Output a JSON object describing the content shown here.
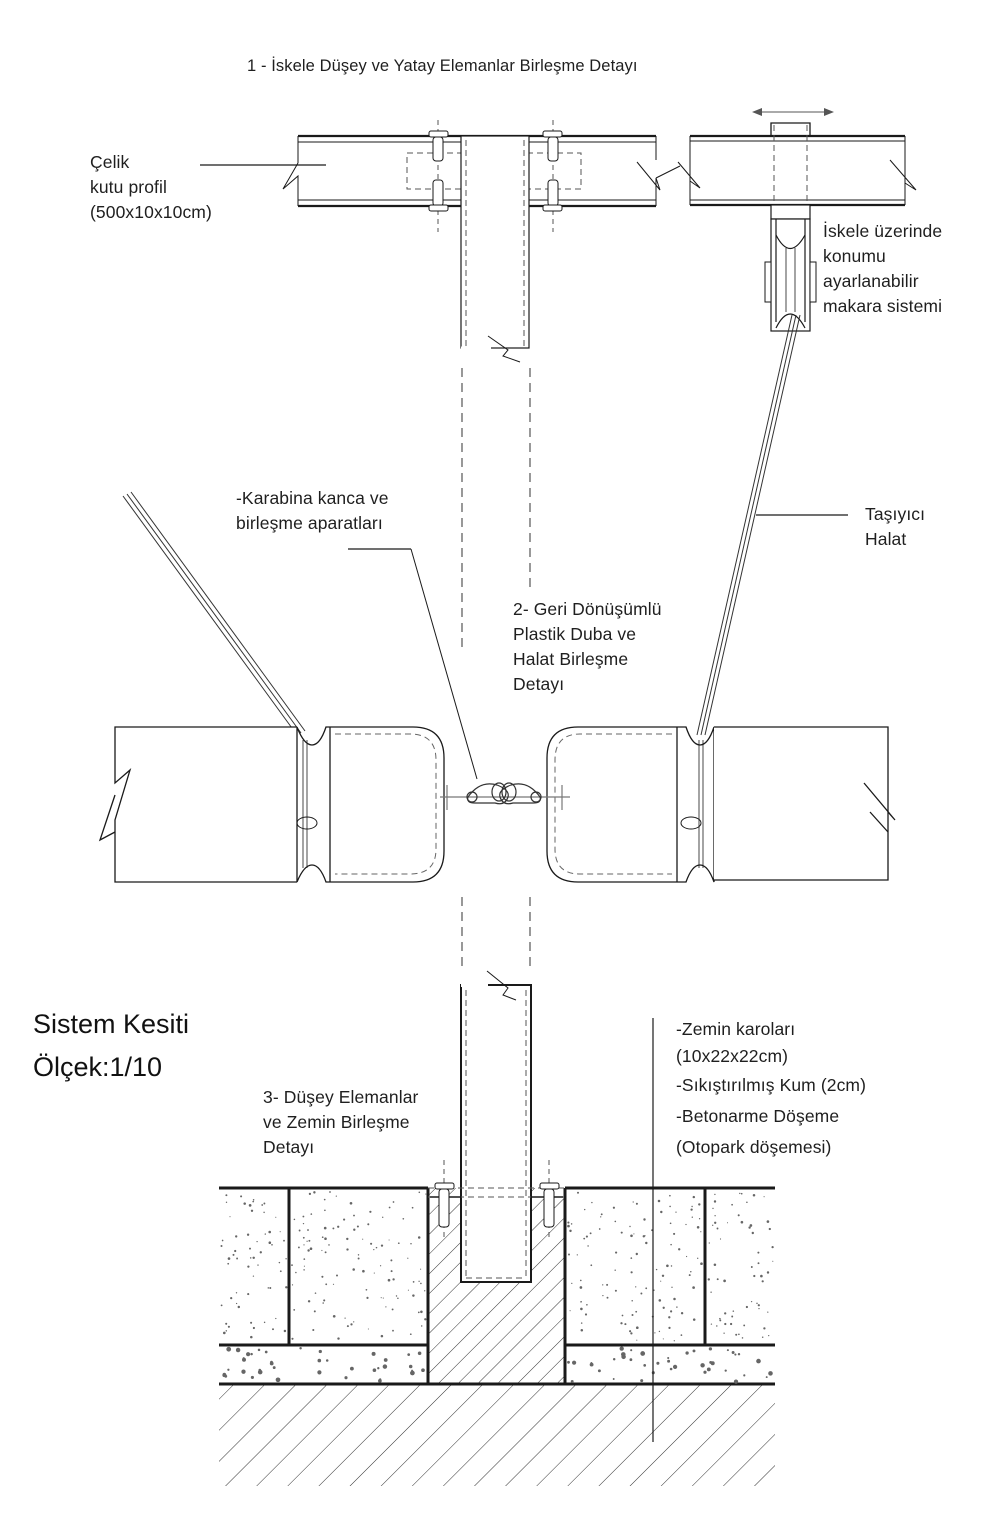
{
  "title": "1 - İskele Düşey ve Yatay Elemanlar Birleşme Detayı",
  "labels": {
    "steel_profile": [
      "Çelik",
      "kutu profil",
      "(500x10x10cm)"
    ],
    "pulley": [
      "İskele üzerinde",
      "konumu",
      "ayarlanabilir",
      "makara sistemi"
    ],
    "carabiner": [
      "-Karabina kanca ve",
      "birleşme aparatları"
    ],
    "carrier_rope": [
      "Taşıyıcı",
      "Halat"
    ],
    "detail2": [
      "2- Geri Dönüşümlü",
      "Plastik Duba ve",
      "Halat Birleşme",
      "Detayı"
    ],
    "detail3": [
      "3- Düşey Elemanlar",
      "ve Zemin Birleşme",
      "Detayı"
    ],
    "layers": [
      "-Zemin karoları",
      "(10x22x22cm)",
      "-Sıkıştırılmış Kum (2cm)",
      "-Betonarme Döşeme",
      "(Otopark döşemesi)"
    ]
  },
  "section": {
    "name": "Sistem Kesiti",
    "scale": "Ölçek:1/10"
  },
  "colors": {
    "line": "#1a1a1a",
    "dashed": "#555555",
    "dots": "#666666"
  }
}
